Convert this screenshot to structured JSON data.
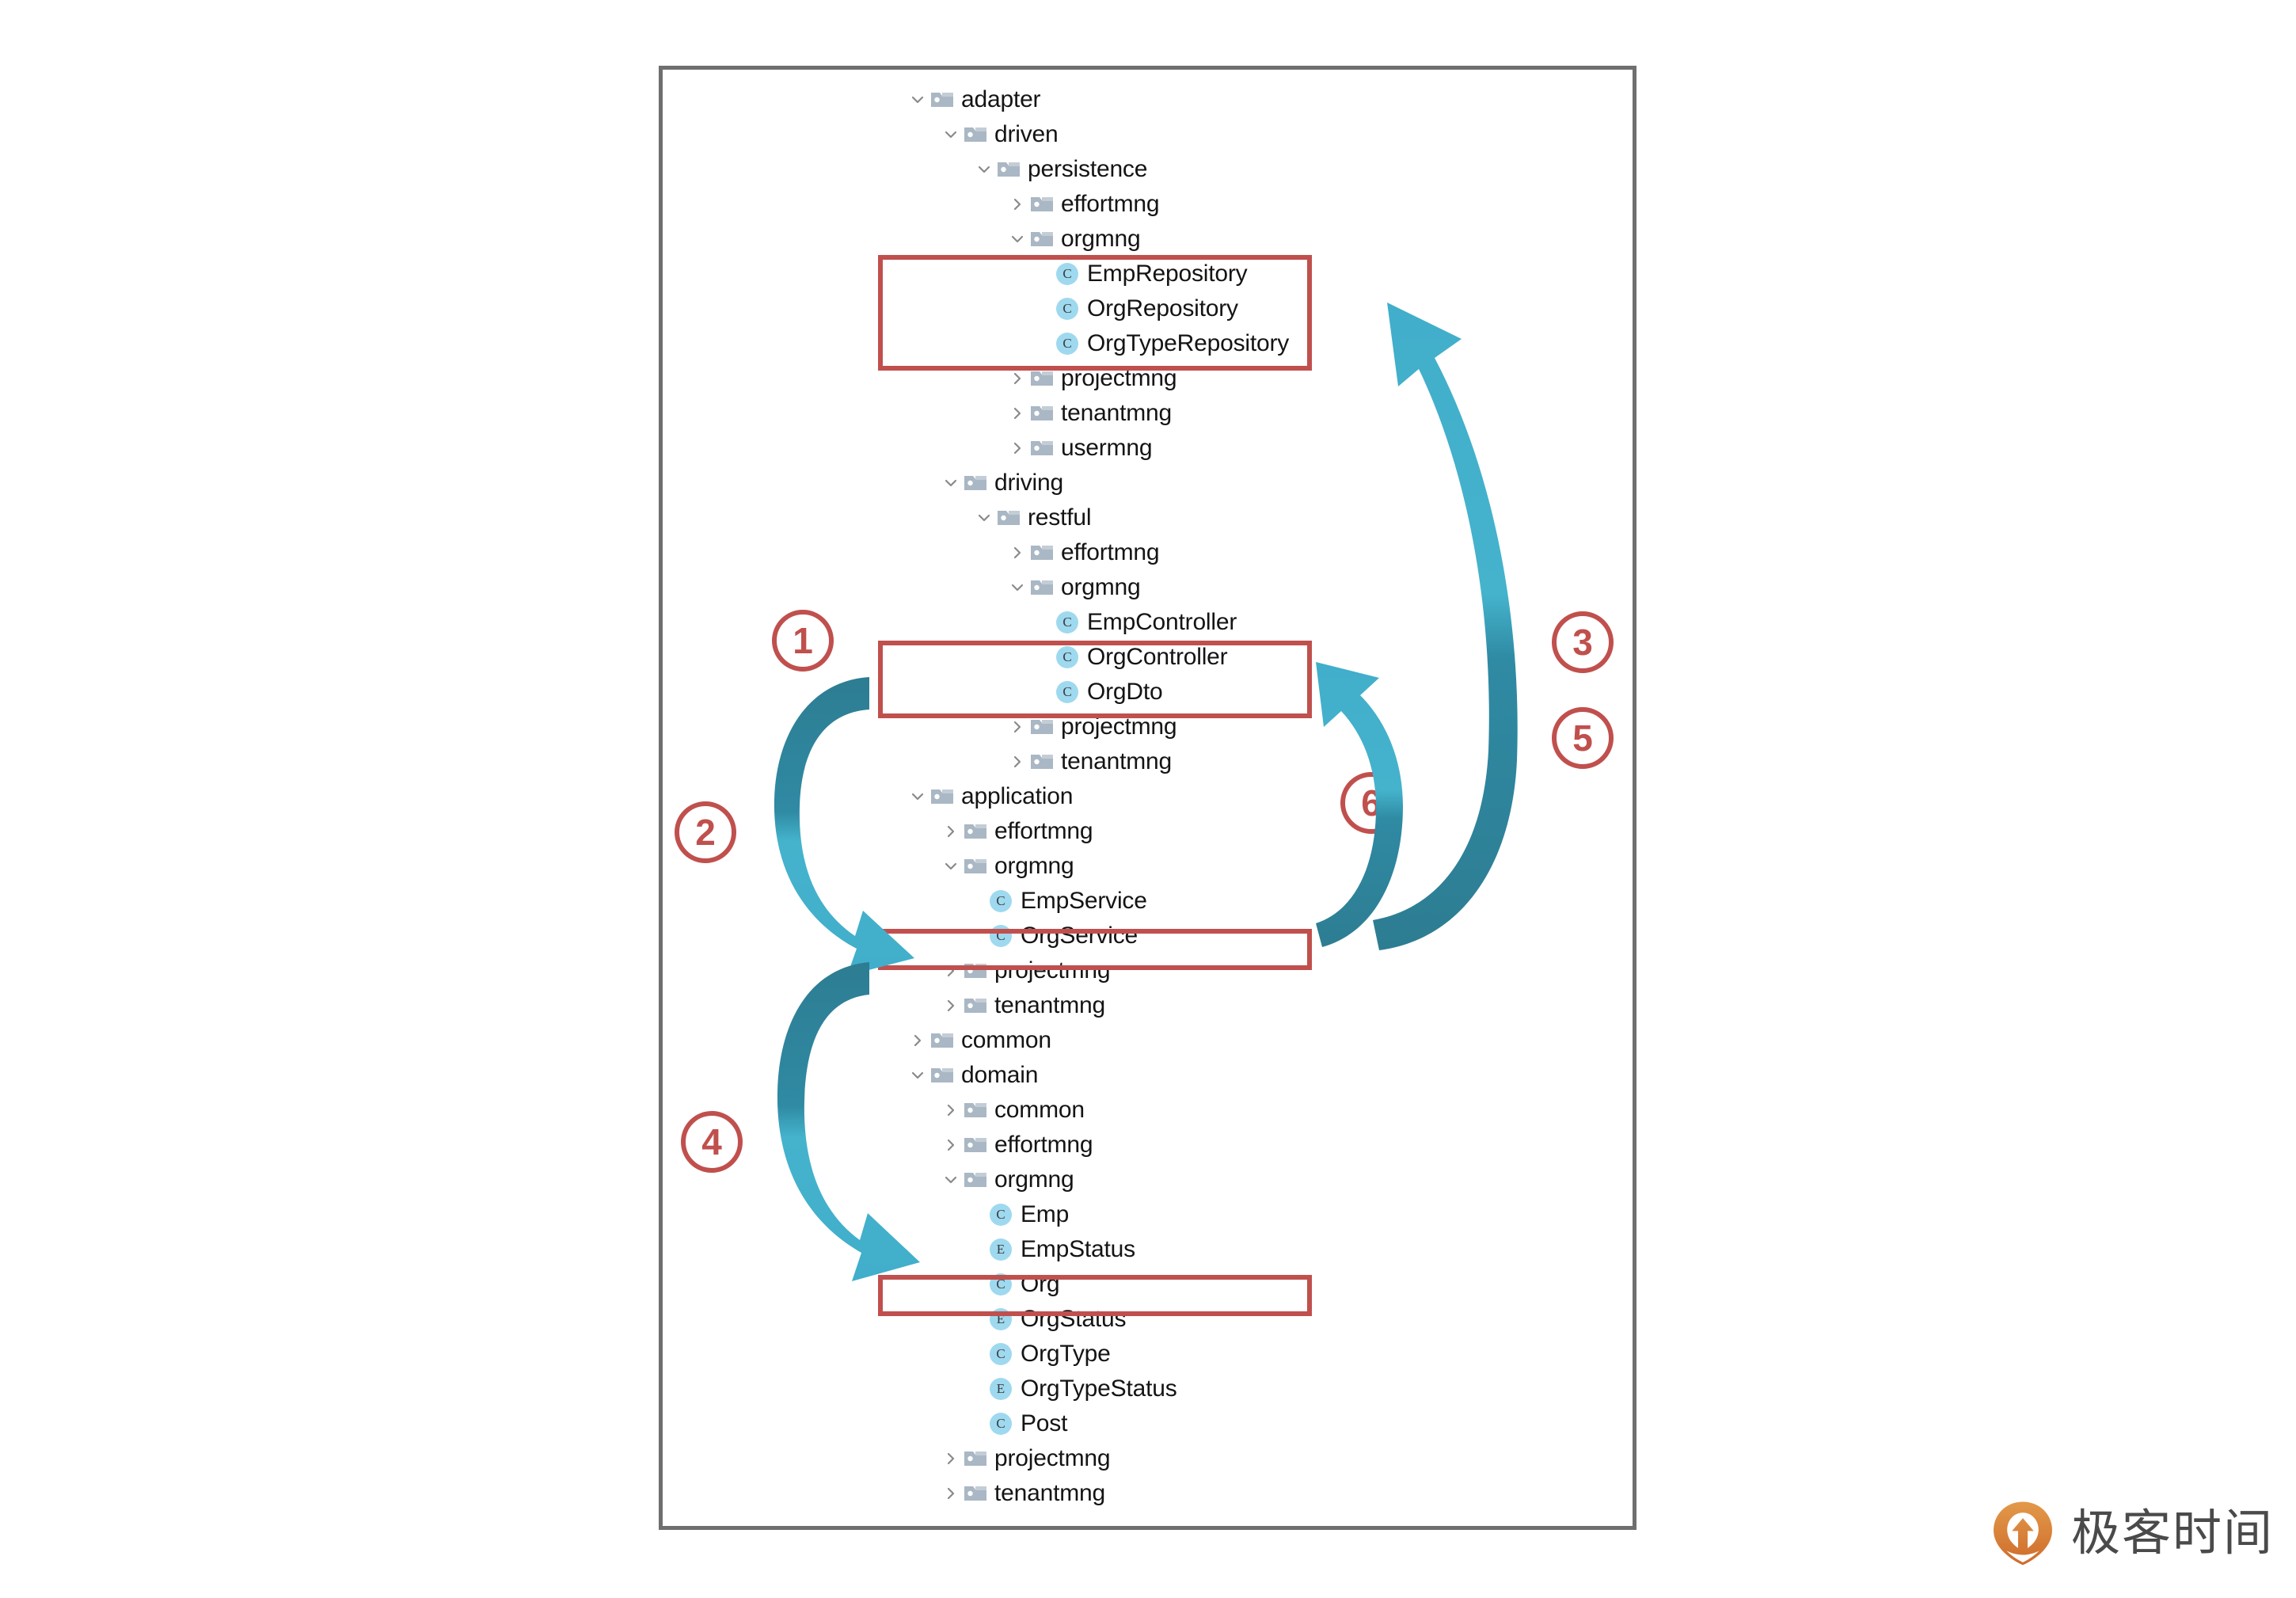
{
  "diagram": {
    "title": "Hexagonal architecture package tree with numbered dependency flow",
    "frame_border_color": "#6f6f6f",
    "highlight_color": "#c0504d",
    "arrow_color_dark": "#2e7f94",
    "arrow_color_light": "#3eb0cc",
    "class_icon_color": "#9ed9ef",
    "folder_icon_color": "#b4c1cc"
  },
  "tree": [
    {
      "level": 0,
      "kind": "folder",
      "state": "expanded",
      "label": "adapter"
    },
    {
      "level": 1,
      "kind": "folder",
      "state": "expanded",
      "label": "driven"
    },
    {
      "level": 2,
      "kind": "folder",
      "state": "expanded",
      "label": "persistence"
    },
    {
      "level": 3,
      "kind": "folder",
      "state": "collapsed",
      "label": "effortmng"
    },
    {
      "level": 3,
      "kind": "folder",
      "state": "expanded",
      "label": "orgmng"
    },
    {
      "level": 4,
      "kind": "class",
      "icon": "C",
      "label": "EmpRepository"
    },
    {
      "level": 4,
      "kind": "class",
      "icon": "C",
      "label": "OrgRepository"
    },
    {
      "level": 4,
      "kind": "class",
      "icon": "C",
      "label": "OrgTypeRepository"
    },
    {
      "level": 3,
      "kind": "folder",
      "state": "collapsed",
      "label": "projectmng"
    },
    {
      "level": 3,
      "kind": "folder",
      "state": "collapsed",
      "label": "tenantmng"
    },
    {
      "level": 3,
      "kind": "folder",
      "state": "collapsed",
      "label": "usermng"
    },
    {
      "level": 1,
      "kind": "folder",
      "state": "expanded",
      "label": "driving"
    },
    {
      "level": 2,
      "kind": "folder",
      "state": "expanded",
      "label": "restful"
    },
    {
      "level": 3,
      "kind": "folder",
      "state": "collapsed",
      "label": "effortmng"
    },
    {
      "level": 3,
      "kind": "folder",
      "state": "expanded",
      "label": "orgmng"
    },
    {
      "level": 4,
      "kind": "class",
      "icon": "C",
      "label": "EmpController"
    },
    {
      "level": 4,
      "kind": "class",
      "icon": "C",
      "label": "OrgController"
    },
    {
      "level": 4,
      "kind": "class",
      "icon": "C",
      "label": "OrgDto"
    },
    {
      "level": 3,
      "kind": "folder",
      "state": "collapsed",
      "label": "projectmng"
    },
    {
      "level": 3,
      "kind": "folder",
      "state": "collapsed",
      "label": "tenantmng"
    },
    {
      "level": 0,
      "kind": "folder",
      "state": "expanded",
      "label": "application"
    },
    {
      "level": 1,
      "kind": "folder",
      "state": "collapsed",
      "label": "effortmng"
    },
    {
      "level": 1,
      "kind": "folder",
      "state": "expanded",
      "label": "orgmng"
    },
    {
      "level": 2,
      "kind": "class",
      "icon": "C",
      "label": "EmpService"
    },
    {
      "level": 2,
      "kind": "class",
      "icon": "C",
      "label": "OrgService"
    },
    {
      "level": 1,
      "kind": "folder",
      "state": "collapsed",
      "label": "projectmng"
    },
    {
      "level": 1,
      "kind": "folder",
      "state": "collapsed",
      "label": "tenantmng"
    },
    {
      "level": 0,
      "kind": "folder",
      "state": "collapsed",
      "label": "common"
    },
    {
      "level": 0,
      "kind": "folder",
      "state": "expanded",
      "label": "domain"
    },
    {
      "level": 1,
      "kind": "folder",
      "state": "collapsed",
      "label": "common"
    },
    {
      "level": 1,
      "kind": "folder",
      "state": "collapsed",
      "label": "effortmng"
    },
    {
      "level": 1,
      "kind": "folder",
      "state": "expanded",
      "label": "orgmng"
    },
    {
      "level": 2,
      "kind": "class",
      "icon": "C",
      "label": "Emp"
    },
    {
      "level": 2,
      "kind": "class",
      "icon": "E",
      "label": "EmpStatus"
    },
    {
      "level": 2,
      "kind": "class",
      "icon": "C",
      "label": "Org"
    },
    {
      "level": 2,
      "kind": "class",
      "icon": "E",
      "label": "OrgStatus"
    },
    {
      "level": 2,
      "kind": "class",
      "icon": "C",
      "label": "OrgType"
    },
    {
      "level": 2,
      "kind": "class",
      "icon": "E",
      "label": "OrgTypeStatus"
    },
    {
      "level": 2,
      "kind": "class",
      "icon": "C",
      "label": "Post"
    },
    {
      "level": 1,
      "kind": "folder",
      "state": "collapsed",
      "label": "projectmng"
    },
    {
      "level": 1,
      "kind": "folder",
      "state": "collapsed",
      "label": "tenantmng"
    }
  ],
  "highlights": [
    {
      "id": "hl-repo",
      "targets": [
        "EmpRepository",
        "OrgRepository",
        "OrgTypeRepository"
      ]
    },
    {
      "id": "hl-ctrl",
      "targets": [
        "OrgController",
        "OrgDto"
      ]
    },
    {
      "id": "hl-svc",
      "targets": [
        "OrgService"
      ]
    },
    {
      "id": "hl-org",
      "targets": [
        "Org"
      ]
    }
  ],
  "steps": [
    {
      "id": "num1",
      "label": "1"
    },
    {
      "id": "num2",
      "label": "2"
    },
    {
      "id": "num3",
      "label": "3"
    },
    {
      "id": "num4",
      "label": "4"
    },
    {
      "id": "num5",
      "label": "5"
    },
    {
      "id": "num6",
      "label": "6"
    }
  ],
  "logo": {
    "wordmark": "极客时间",
    "mark_color_top": "#e0913f",
    "mark_color_bottom": "#d2712f"
  }
}
